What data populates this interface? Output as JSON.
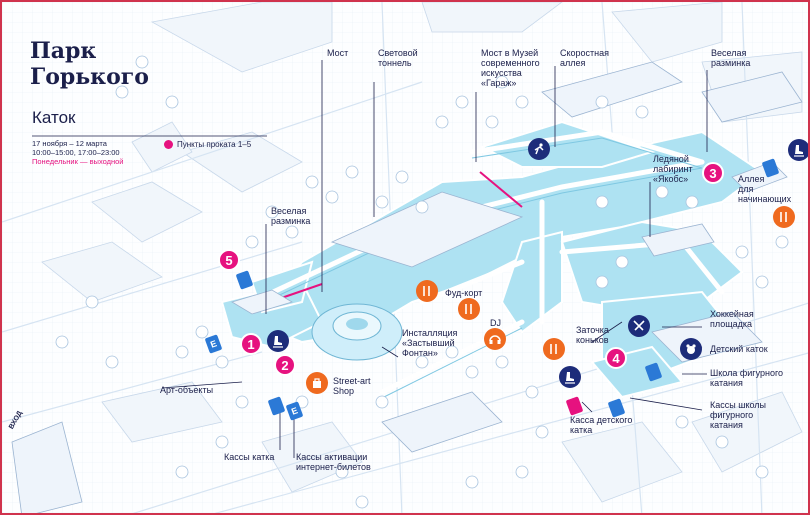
{
  "title": "Парк\nГорького",
  "subtitle": "Каток",
  "info": {
    "dates": "17 ноября – 12 марта",
    "hours": "10:00–15:00, 17:00–23:00",
    "closed": "Понедельник — выходной"
  },
  "legend": {
    "label": "Пункты проката 1–5",
    "color": "#e6127f"
  },
  "labels": {
    "most": "Мост",
    "tunnel": "Световой\nтоннель",
    "bridge_garage": "Мост в Музей\nсовременного\nискусства\n«Гараж»",
    "speed_alley": "Скоростная\nаллея",
    "warmup_top": "Веселая\nразминка",
    "labyrinth": "Ледяной\nлабиринт\n«Якобс»",
    "beginners": "Аллея\nдля\nначинающих",
    "warmup_left": "Веселая\nразминка",
    "food": "Фуд-корт",
    "dj": "DJ",
    "fountain": "Инсталляция\n«Застывший\nФонтан»",
    "sharpening": "Заточка\nконьков",
    "hockey": "Хоккейная\nплощадка",
    "kids": "Детский каток",
    "figure_school": "Школа фигурного\nкатания",
    "figure_cash": "Кассы школы\nфигурного\nкатания",
    "kids_cash": "Касса детского\nкатка",
    "art": "Арт-объекты",
    "street_art": "Street-art\nShop",
    "rink_cash": "Кассы катка",
    "online_cash": "Кассы активации\nинтернет-билетов",
    "entrance": "ВХОД"
  },
  "rentals": [
    "1",
    "2",
    "3",
    "4",
    "5"
  ],
  "icons": {
    "ticket_letter": "Е",
    "skate": "skate-icon",
    "hockey": "hockey-sticks-icon",
    "bear": "bear-icon",
    "food": "fork-knife-icon",
    "dj": "headphones-icon",
    "shop": "shopping-bag-icon",
    "speed": "speed-skater-icon"
  },
  "colors": {
    "frame": "#d0334d",
    "navy": "#1d2c7a",
    "pink": "#e6127f",
    "orange": "#ef6a1f",
    "ice": "#aee2f2",
    "ticket_blue": "#2b79d6"
  }
}
